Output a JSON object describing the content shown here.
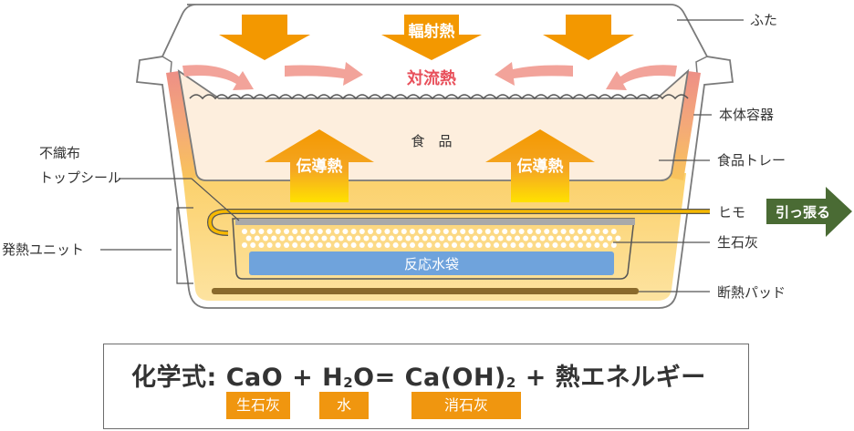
{
  "labels": {
    "lid": "ふた",
    "body_container": "本体容器",
    "food_tray": "食品トレー",
    "string": "ヒモ",
    "pull": "引っ張る",
    "quicklime": "生石灰",
    "insulation_pad": "断熱パッド",
    "nonwoven": "不織布",
    "top_seal": "トップシール",
    "heating_unit": "発熱ユニット",
    "food": "食　品",
    "reaction_bag": "反応水袋"
  },
  "heat": {
    "radiant": "輻射熱",
    "convection": "対流熱",
    "conduction": "伝導熱"
  },
  "formula": {
    "prefix": "化学式: CaO + H",
    "h2o_sub": "2",
    "mid": "O= Ca(OH)",
    "caoh_sub": "2",
    "suffix": " + 熱エネルギー",
    "chips": [
      "生石灰",
      "水",
      "消石灰"
    ]
  },
  "colors": {
    "arrow_orange": "#f39800",
    "convection_pink": "#f2a39a",
    "convection_text": "#e8505b",
    "pull_green": "#4a6b34",
    "bag_blue": "#6fa3dc",
    "unit_yellow": "#fbd56b",
    "food_beige": "#fdeedd",
    "pad_brown": "#8a6a2c"
  }
}
